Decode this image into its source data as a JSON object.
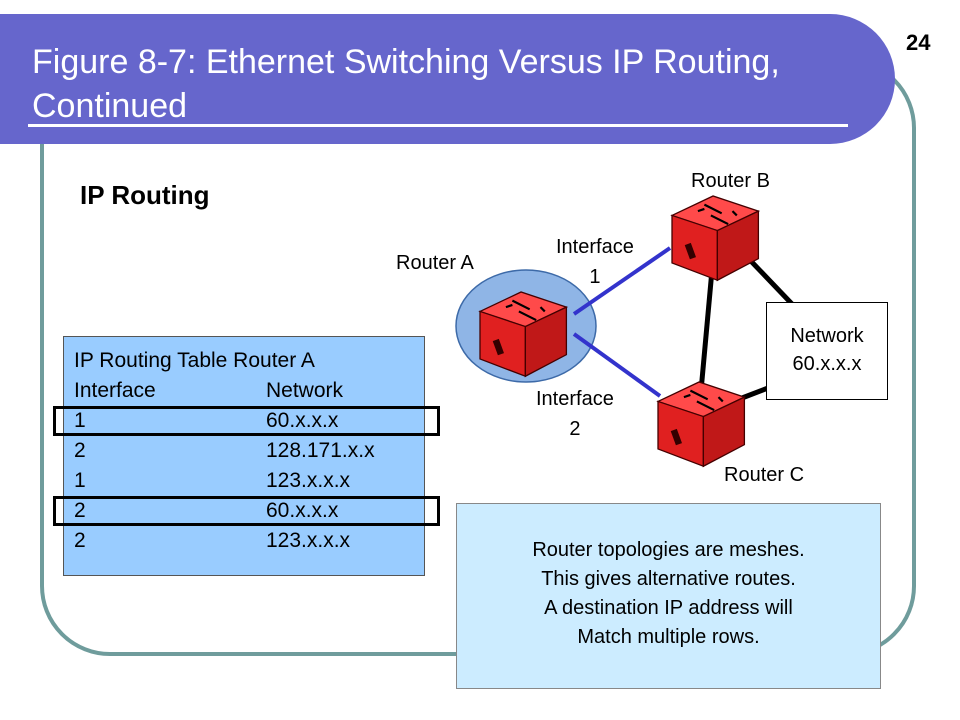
{
  "slide": {
    "title": "Figure 8-7: Ethernet Switching Versus IP Routing, Continued",
    "page_number": "24",
    "section_title": "IP Routing"
  },
  "diagram": {
    "router_a": "Router A",
    "router_b": "Router B",
    "router_c": "Router C",
    "interface_1": [
      "Interface",
      "1"
    ],
    "interface_2": [
      "Interface",
      "2"
    ],
    "network_box": [
      "Network",
      "60.x.x.x"
    ]
  },
  "routing_table": {
    "caption": "IP Routing Table Router A",
    "headers": [
      "Interface",
      "Network"
    ],
    "rows": [
      {
        "interface": "1",
        "network": "60.x.x.x",
        "highlighted": true
      },
      {
        "interface": "2",
        "network": "128.171.x.x",
        "highlighted": false
      },
      {
        "interface": "1",
        "network": "123.x.x.x",
        "highlighted": false
      },
      {
        "interface": "2",
        "network": "60.x.x.x",
        "highlighted": true
      },
      {
        "interface": "2",
        "network": "123.x.x.x",
        "highlighted": false
      }
    ]
  },
  "note": {
    "lines": [
      "Router topologies are meshes.",
      "This gives alternative routes.",
      "A destination IP address will",
      "Match multiple rows."
    ]
  },
  "colors": {
    "title_band": "#6666cc",
    "frame": "#6f9c9c",
    "table_fill": "#99ccff",
    "note_fill": "#ccecff",
    "router_red": "#e82020",
    "link_blue": "#3333cc",
    "router_a_halo": "#8fb5e6"
  }
}
